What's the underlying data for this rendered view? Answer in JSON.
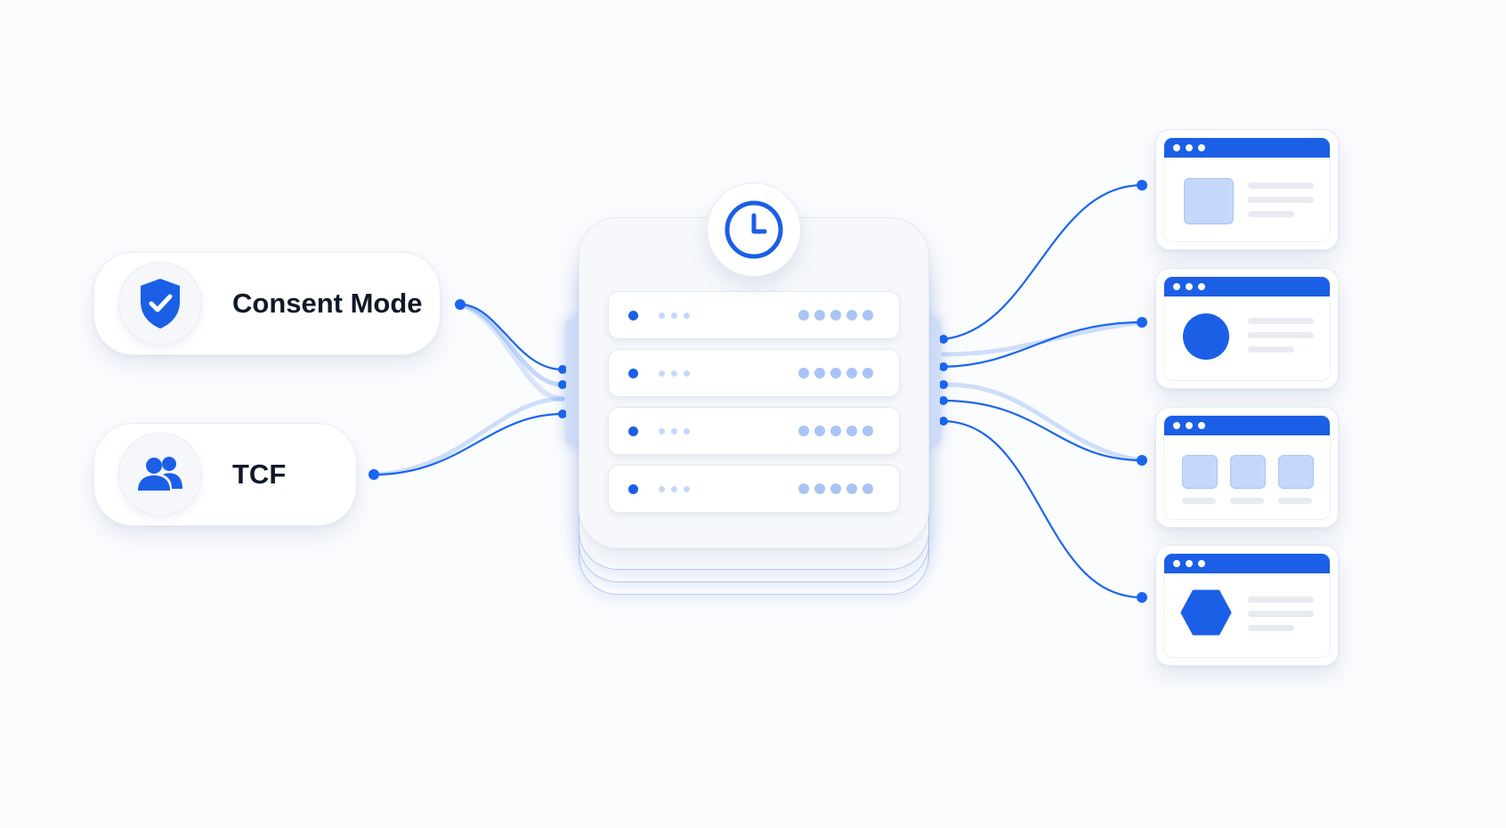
{
  "sources": [
    {
      "label": "Consent Mode",
      "icon": "shield-check-icon"
    },
    {
      "label": "TCF",
      "icon": "users-icon"
    }
  ],
  "hub": {
    "icon": "clock-icon",
    "rows": 4
  },
  "destinations": [
    {
      "icon": "image-placeholder-icon"
    },
    {
      "icon": "circle-icon"
    },
    {
      "icon": "grid-icon"
    },
    {
      "icon": "hexagon-icon"
    }
  ],
  "colors": {
    "accent": "#1a5fe6",
    "light_accent": "#c5d7fa",
    "background": "#fbfcfe",
    "text": "#101828"
  }
}
